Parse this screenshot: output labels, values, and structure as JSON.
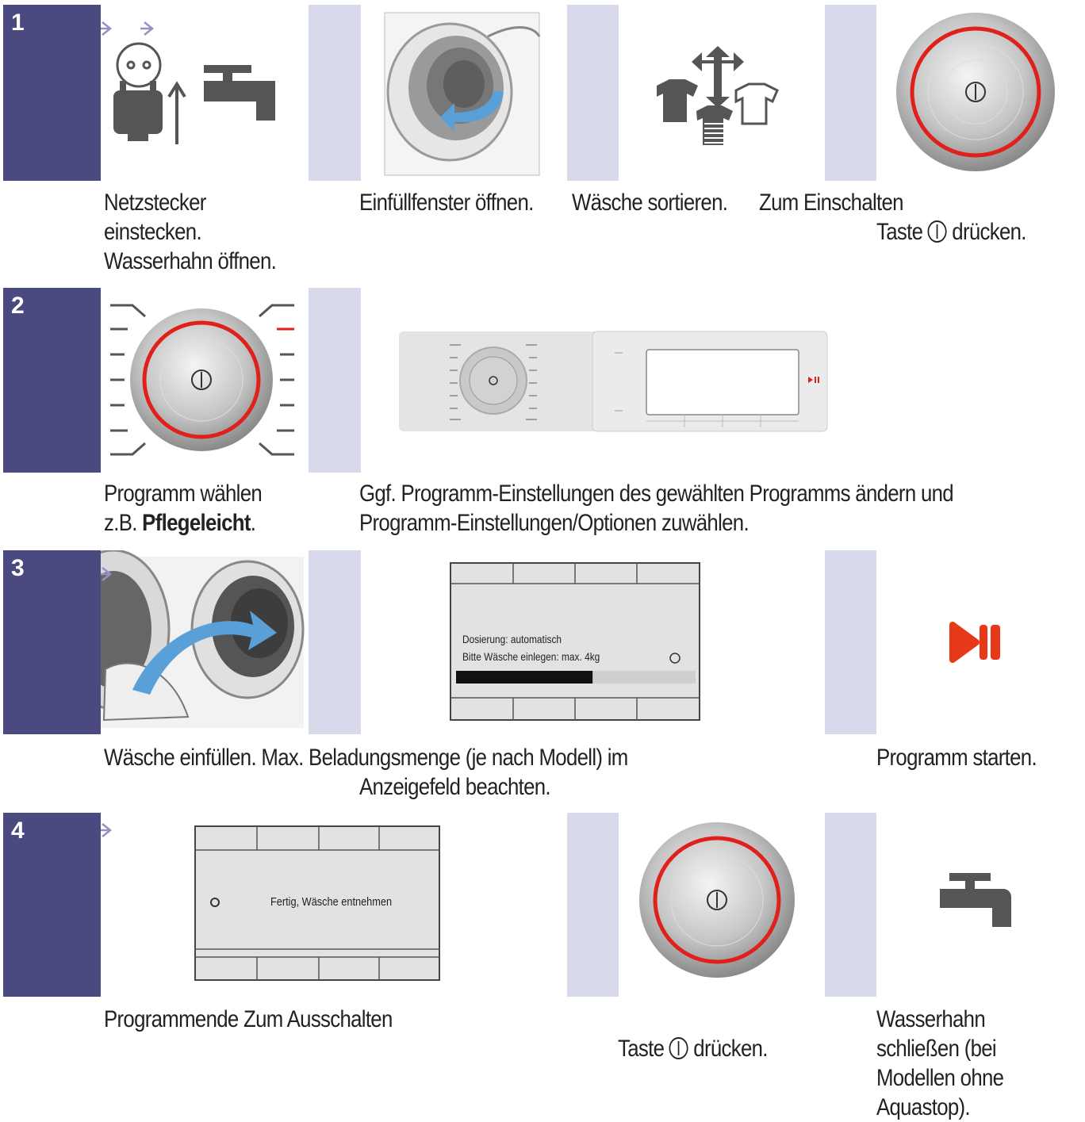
{
  "steps": [
    {
      "number": "1"
    },
    {
      "number": "2"
    },
    {
      "number": "3"
    },
    {
      "number": "4"
    }
  ],
  "captions": {
    "s1_plug": [
      "Netzstecker",
      "einstecken.",
      "Wasserhahn öffnen."
    ],
    "s1_door": "Einfüllfenster öffnen.",
    "s1_sort": "Wäsche sortieren.",
    "s1_power_a": "Zum Einschalten",
    "s1_power_b_pre": "Taste",
    "s1_power_b_post": "drücken.",
    "s2_program_1": "Programm wählen",
    "s2_program_2_pre": "z.B.",
    "s2_program_2_bold": "Pflegeleicht",
    "s2_program_2_post": ".",
    "s2_settings": [
      "Ggf. Programm-Einstellungen des gewählten Programms ändern und",
      "Programm-Einstellungen/Optionen zuwählen."
    ],
    "s3_load_1": "Wäsche einfüllen. Max. Beladungsmenge (je nach Modell) im",
    "s3_load_2": "Anzeigefeld beachten.",
    "s3_start": "Programm starten.",
    "s4_end": "Programmende Zum Ausschalten",
    "s4_power_pre": "Taste",
    "s4_power_post": "drücken.",
    "s4_tap": [
      "Wasserhahn",
      "schließen (bei",
      "Modellen ohne",
      "Aquastop)."
    ]
  },
  "displays": {
    "dosing_line1": "Dosierung: automatisch",
    "dosing_line2": "Bitte Wäsche einlegen: max. 4kg",
    "dosing_progress": 0.57,
    "finished": "Fertig, Wäsche entnehmen"
  },
  "icons": {
    "plug": "power-plug-icon",
    "tap": "water-tap-icon",
    "door": "open-door-illustration",
    "sort": "sort-laundry-icon",
    "power": "power-button-icon",
    "selector": "program-selector-icon",
    "panel": "control-panel-illustration",
    "load": "load-laundry-illustration",
    "start": "start-pause-icon"
  },
  "colors": {
    "step_label": "#4b4a80",
    "band": "#d9d9ec",
    "accent_red": "#e0201b",
    "start_red": "#e8381a"
  }
}
